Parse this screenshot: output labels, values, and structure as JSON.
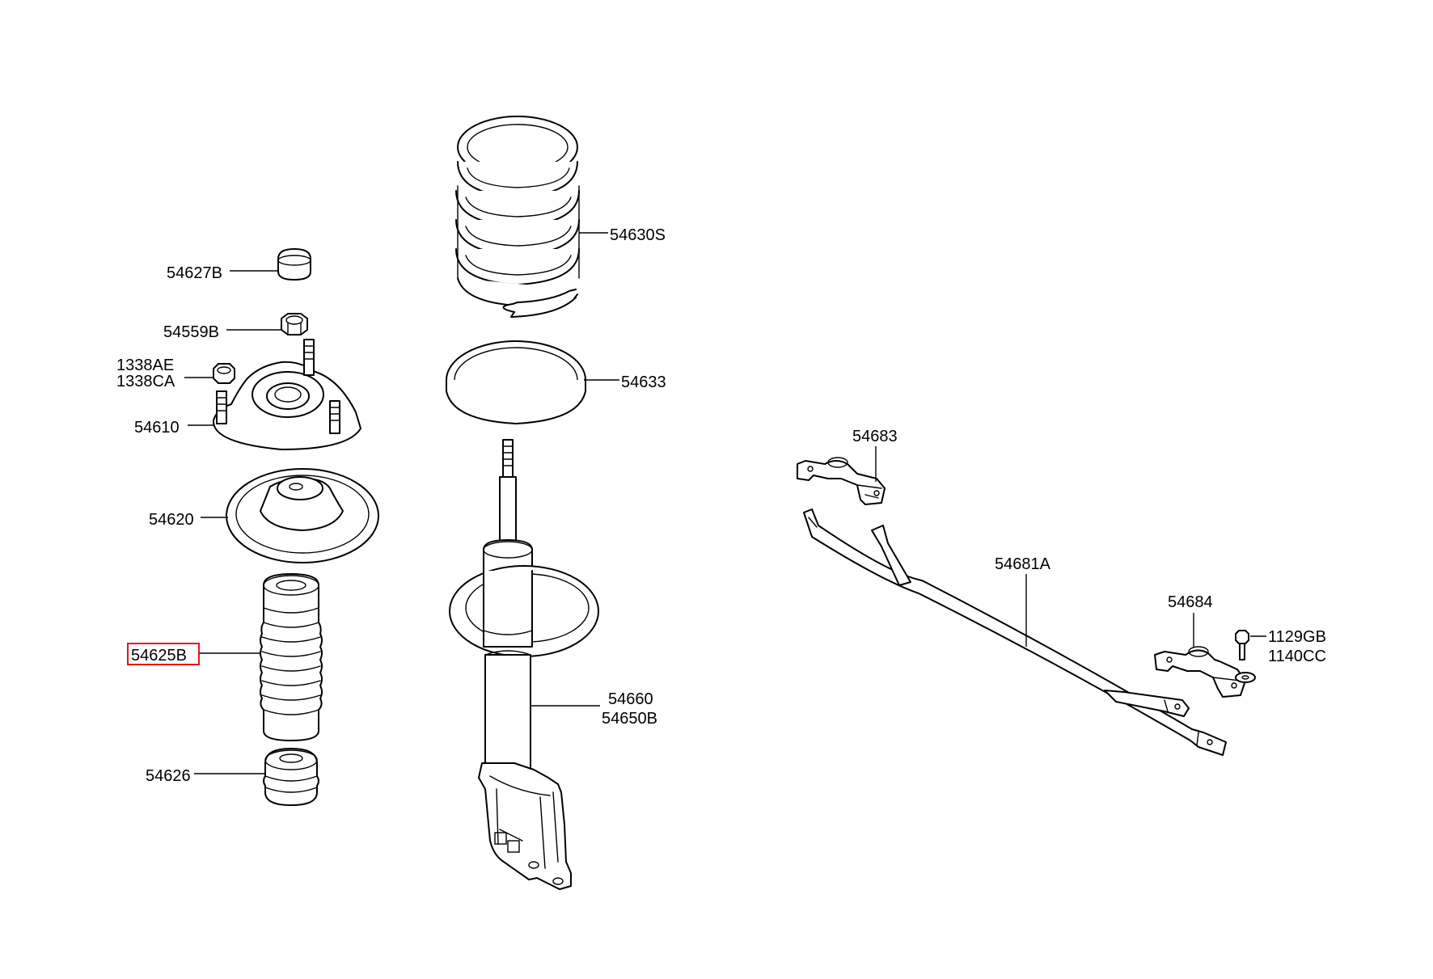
{
  "colors": {
    "line": "#000000",
    "highlight": "#e8141c",
    "background": "#ffffff"
  },
  "labels": {
    "p54627B": "54627B",
    "p54559B": "54559B",
    "p1338AE": "1338AE",
    "p1338CA": "1338CA",
    "p54610": "54610",
    "p54620": "54620",
    "p54625B": "54625B",
    "p54626": "54626",
    "p54630S": "54630S",
    "p54633": "54633",
    "p54660": "54660",
    "p54650B": "54650B",
    "p54683": "54683",
    "p54681A": "54681A",
    "p54684": "54684",
    "p1129GB": "1129GB",
    "p1140CC": "1140CC"
  },
  "highlighted_part": "54625B"
}
